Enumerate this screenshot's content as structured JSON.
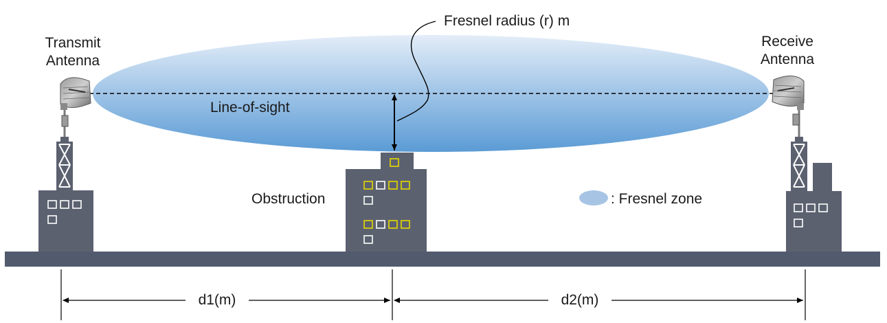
{
  "labels": {
    "transmit_line1": "Transmit",
    "transmit_line2": "Antenna",
    "receive_line1": "Receive",
    "receive_line2": "Antenna",
    "fresnel_radius": "Fresnel radius (r) m",
    "line_of_sight": "Line-of-sight",
    "obstruction": "Obstruction",
    "legend": ": Fresnel zone",
    "d1": "d1(m)",
    "d2": "d2(m)"
  },
  "colors": {
    "ellipse_top": "#e3edf8",
    "ellipse_bottom": "#5b9bd5",
    "building": "#5c6170",
    "ground": "#525a6e",
    "window_white": "#ffffff",
    "window_yellow": "#e6d900",
    "legend_ellipse": "#a7c4e4"
  }
}
